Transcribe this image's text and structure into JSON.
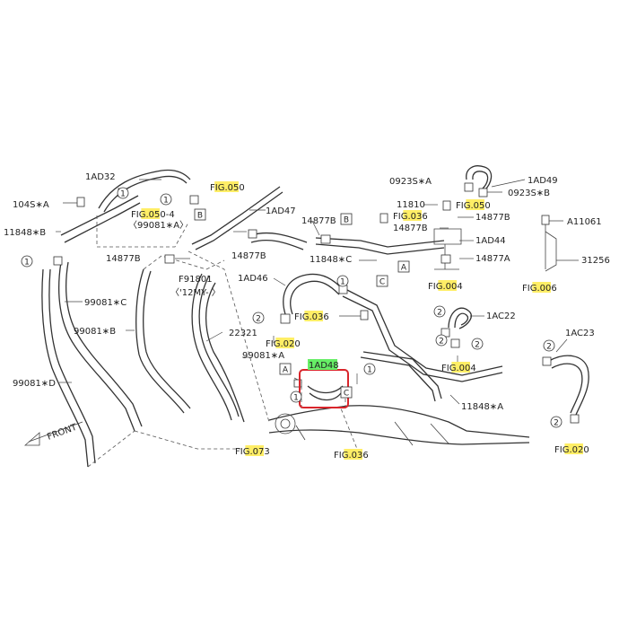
{
  "colors": {
    "figref_highlight": "#ffee66",
    "selected_highlight": "#66ee66",
    "selection_box": "#d9252b",
    "line": "#333333",
    "background": "#ffffff"
  },
  "labels": [
    {
      "id": "l01",
      "pre": "",
      "hl": "",
      "post": "1AD32"
    },
    {
      "id": "l02",
      "pre": "104S",
      "hl": "",
      "post": "∗A"
    },
    {
      "id": "l03",
      "pre": "11848",
      "hl": "",
      "post": "∗B"
    },
    {
      "id": "l04",
      "pre": "FI",
      "hl": "G.0",
      "post": "50-4"
    },
    {
      "id": "l05",
      "pre": "〈99081∗A〉",
      "hl": "",
      "post": ""
    },
    {
      "id": "l06",
      "pre": "14877B",
      "hl": "",
      "post": ""
    },
    {
      "id": "l07",
      "pre": "99081∗C",
      "hl": "",
      "post": ""
    },
    {
      "id": "l08",
      "pre": "99081∗B",
      "hl": "",
      "post": ""
    },
    {
      "id": "l09",
      "pre": "99081∗D",
      "hl": "",
      "post": ""
    },
    {
      "id": "l10",
      "pre": "F",
      "hl": "IG.0",
      "post": "50"
    },
    {
      "id": "l11",
      "pre": "1AD47",
      "hl": "",
      "post": ""
    },
    {
      "id": "l12",
      "pre": "14877B",
      "hl": "",
      "post": ""
    },
    {
      "id": "l13",
      "pre": "F91801",
      "hl": "",
      "post": ""
    },
    {
      "id": "l14",
      "pre": "〈'12MY- 〉",
      "hl": "",
      "post": ""
    },
    {
      "id": "l15",
      "pre": "22321",
      "hl": "",
      "post": ""
    },
    {
      "id": "l16",
      "pre": "99081∗A",
      "hl": "",
      "post": ""
    },
    {
      "id": "l17",
      "pre": "FI",
      "hl": "G.0",
      "post": "73"
    },
    {
      "id": "l18",
      "pre": "14877B",
      "hl": "",
      "post": ""
    },
    {
      "id": "l19",
      "pre": "11848∗C",
      "hl": "",
      "post": ""
    },
    {
      "id": "l20",
      "pre": "1AD46",
      "hl": "",
      "post": ""
    },
    {
      "id": "l21",
      "pre": "FI",
      "hl": "G.0",
      "post": "36"
    },
    {
      "id": "l22",
      "pre": "FI",
      "hl": "G.0",
      "post": "20"
    },
    {
      "id": "l23",
      "pre": "",
      "hl": "1AD48",
      "post": ""
    },
    {
      "id": "l24",
      "pre": "FI",
      "hl": "G.0",
      "post": "36"
    },
    {
      "id": "l25",
      "pre": "0923S∗A",
      "hl": "",
      "post": ""
    },
    {
      "id": "l26",
      "pre": "1AD49",
      "hl": "",
      "post": ""
    },
    {
      "id": "l27",
      "pre": "FI",
      "hl": "G.0",
      "post": "50"
    },
    {
      "id": "l28",
      "pre": "0923S∗B",
      "hl": "",
      "post": ""
    },
    {
      "id": "l29",
      "pre": "11810",
      "hl": "",
      "post": ""
    },
    {
      "id": "l30",
      "pre": "FI",
      "hl": "G.0",
      "post": "36"
    },
    {
      "id": "l31",
      "pre": "14877B",
      "hl": "",
      "post": ""
    },
    {
      "id": "l32",
      "pre": "14877B",
      "hl": "",
      "post": ""
    },
    {
      "id": "l33",
      "pre": "1AD44",
      "hl": "",
      "post": ""
    },
    {
      "id": "l34",
      "pre": "14877A",
      "hl": "",
      "post": ""
    },
    {
      "id": "l35",
      "pre": "FI",
      "hl": "G.0",
      "post": "04"
    },
    {
      "id": "l36",
      "pre": "A11061",
      "hl": "",
      "post": ""
    },
    {
      "id": "l37",
      "pre": "31256",
      "hl": "",
      "post": ""
    },
    {
      "id": "l38",
      "pre": "FI",
      "hl": "G.0",
      "post": "06"
    },
    {
      "id": "l39",
      "pre": "1AC22",
      "hl": "",
      "post": ""
    },
    {
      "id": "l40",
      "pre": "FI",
      "hl": "G.0",
      "post": "04"
    },
    {
      "id": "l41",
      "pre": "11848∗A",
      "hl": "",
      "post": ""
    },
    {
      "id": "l42",
      "pre": "1AC23",
      "hl": "",
      "post": ""
    },
    {
      "id": "l43",
      "pre": "FI",
      "hl": "G.0",
      "post": "20"
    },
    {
      "id": "l44",
      "pre": "FRONT",
      "hl": "",
      "post": ""
    }
  ],
  "markers": [
    {
      "id": "c1",
      "kind": "circle",
      "text": "1"
    },
    {
      "id": "c2",
      "kind": "circle",
      "text": "1"
    },
    {
      "id": "c3",
      "kind": "circle",
      "text": "1"
    },
    {
      "id": "c4",
      "kind": "circle",
      "text": "1"
    },
    {
      "id": "c5",
      "kind": "circle",
      "text": "2"
    },
    {
      "id": "c6",
      "kind": "circle",
      "text": "1"
    },
    {
      "id": "c7",
      "kind": "circle",
      "text": "1"
    },
    {
      "id": "c8",
      "kind": "circle",
      "text": "2"
    },
    {
      "id": "c9",
      "kind": "circle",
      "text": "2"
    },
    {
      "id": "c10",
      "kind": "circle",
      "text": "2"
    },
    {
      "id": "c11",
      "kind": "circle",
      "text": "2"
    },
    {
      "id": "c12",
      "kind": "circle",
      "text": "2"
    },
    {
      "id": "s1",
      "kind": "square",
      "text": "B"
    },
    {
      "id": "s2",
      "kind": "square",
      "text": "B"
    },
    {
      "id": "s3",
      "kind": "square",
      "text": "A"
    },
    {
      "id": "s4",
      "kind": "square",
      "text": "C"
    },
    {
      "id": "s5",
      "kind": "square",
      "text": "A"
    },
    {
      "id": "s6",
      "kind": "square",
      "text": "C"
    }
  ]
}
